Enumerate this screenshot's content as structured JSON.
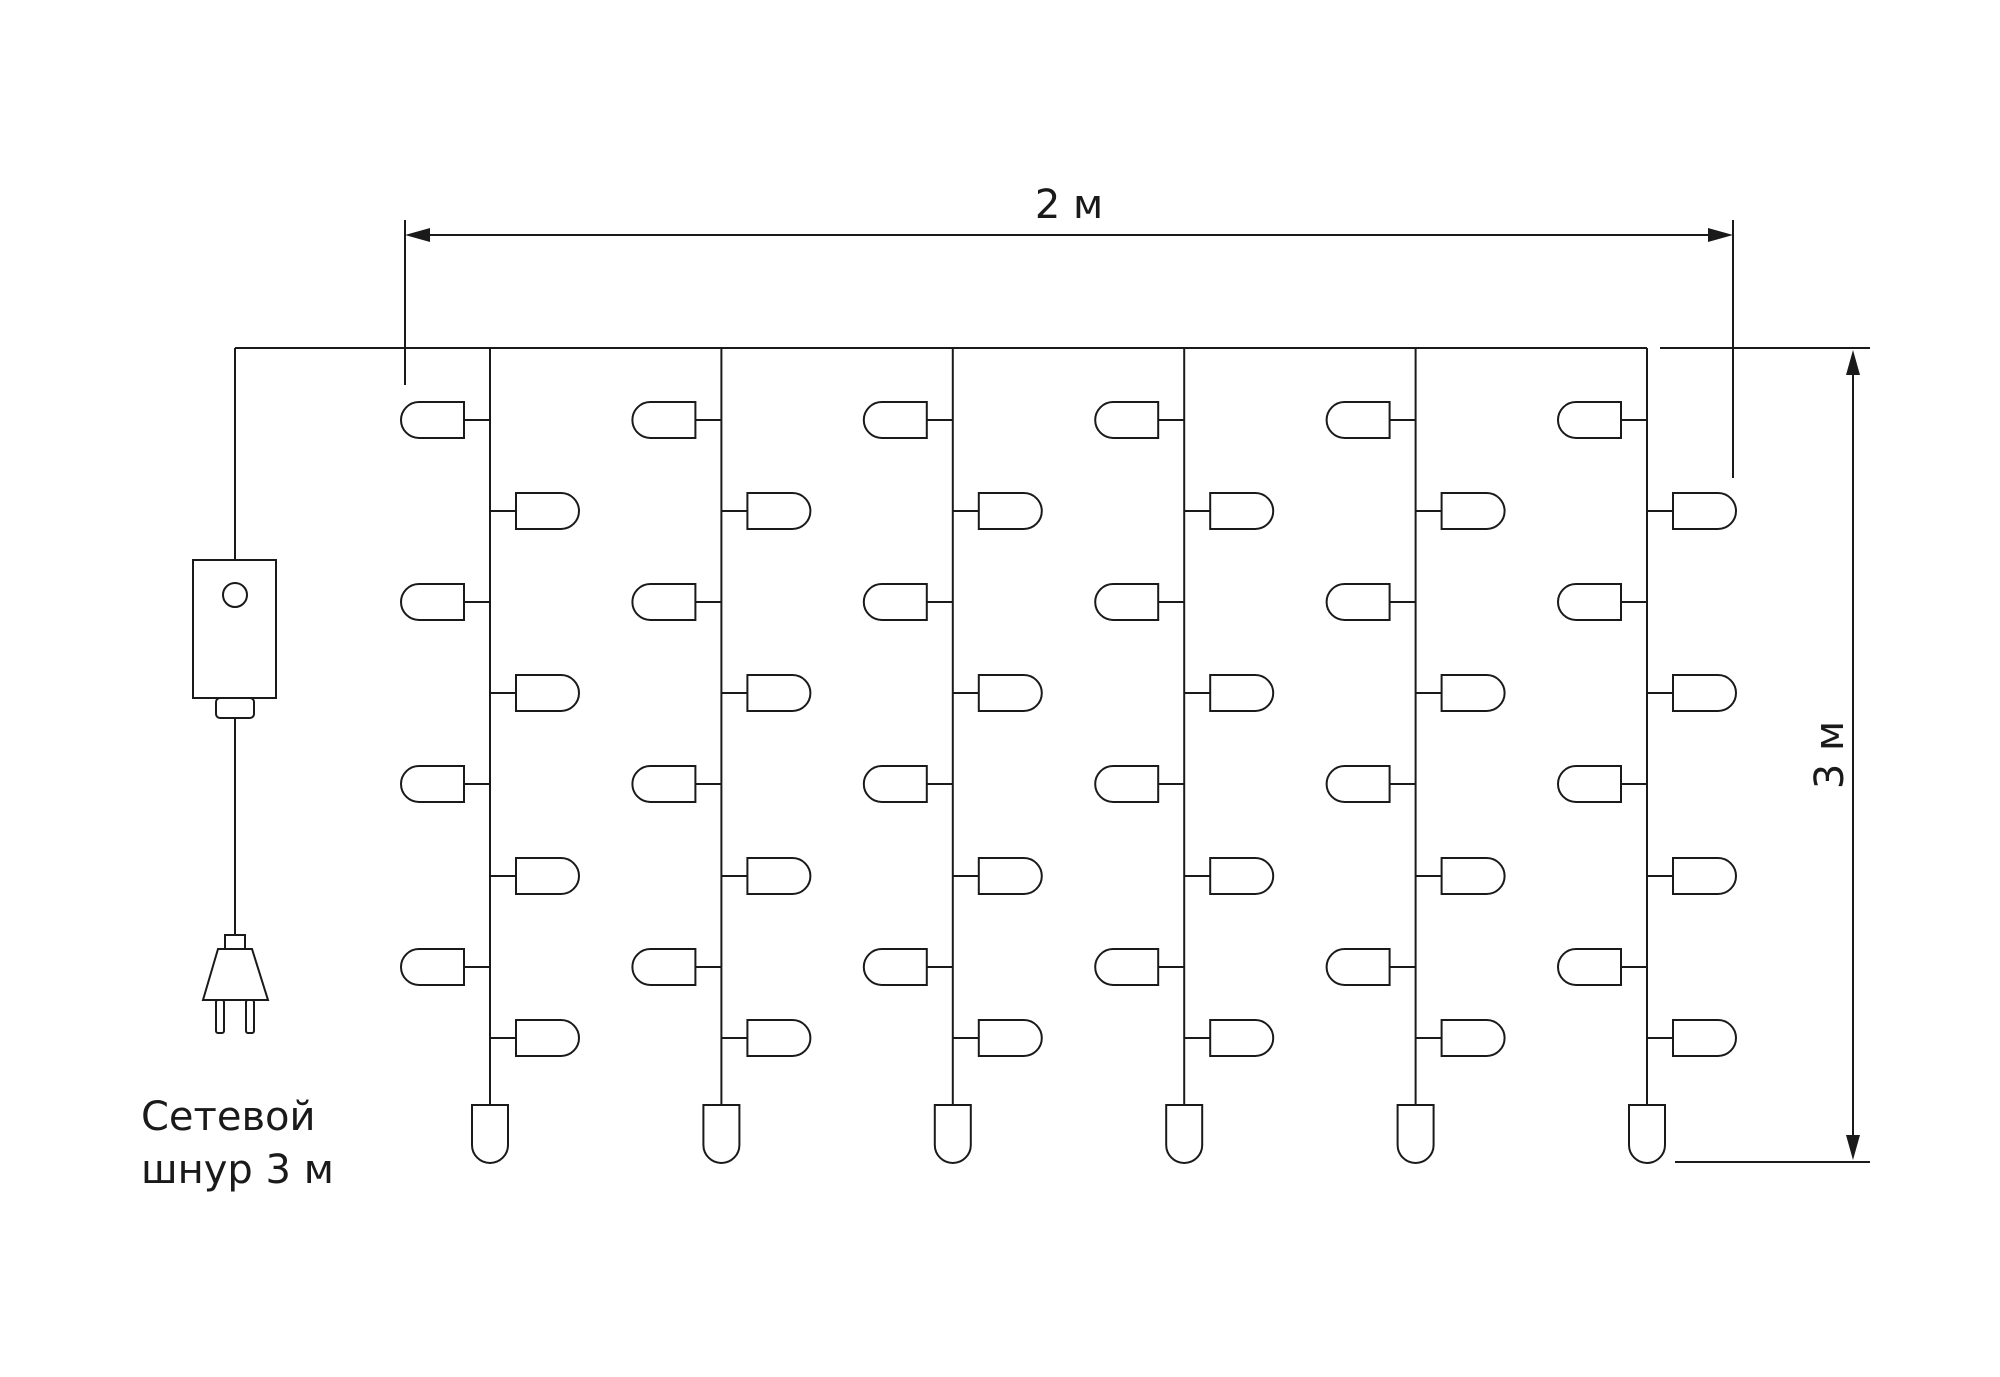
{
  "labels": {
    "width_dimension": "2 м",
    "height_dimension": "3 м",
    "cord_line1": "Сетевой",
    "cord_line2": "шнур 3 м"
  },
  "curtain": {
    "strands": 6,
    "side_leds_per_strand": 8,
    "end_led_per_strand": 1
  },
  "icons": [
    "controller-box-icon",
    "power-plug-icon",
    "led-bulb-icon",
    "dimension-arrow-icon"
  ],
  "colors": {
    "line": "#1a1a1a",
    "background": "#ffffff"
  }
}
